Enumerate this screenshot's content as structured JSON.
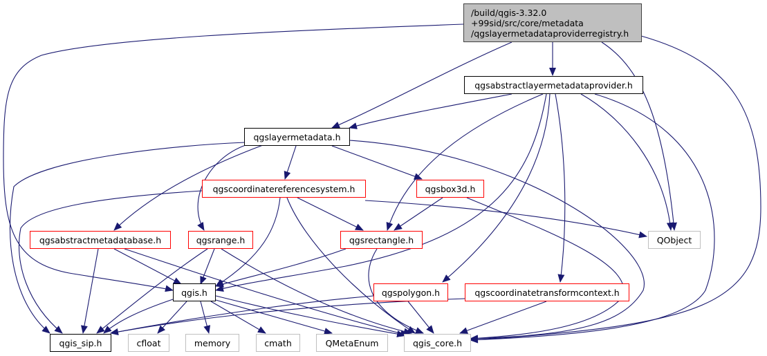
{
  "colors": {
    "edge": "#191970",
    "red_border": "#ff0000",
    "grey_border": "#bfbfbf",
    "root_fill": "#bfbfbf"
  },
  "nodes": {
    "root": {
      "line1": "/build/qgis-3.32.0",
      "line2": "+99sid/src/core/metadata",
      "line3": "/qgslayermetadataproviderregistry.h"
    },
    "abstract_provider": "qgsabstractlayermetadataprovider.h",
    "layermetadata": "qgslayermetadata.h",
    "crs": "qgscoordinatereferencesystem.h",
    "box3d": "qgsbox3d.h",
    "abstract_base": "qgsabstractmetadatabase.h",
    "range": "qgsrange.h",
    "rectangle": "qgsrectangle.h",
    "qobject": "QObject",
    "qgis": "qgis.h",
    "polygon": "qgspolygon.h",
    "transform_context": "qgscoordinatetransformcontext.h",
    "qgis_sip": "qgis_sip.h",
    "cfloat": "cfloat",
    "memory": "memory",
    "cmath": "cmath",
    "qmetaenum": "QMetaEnum",
    "qgis_core": "qgis_core.h"
  }
}
